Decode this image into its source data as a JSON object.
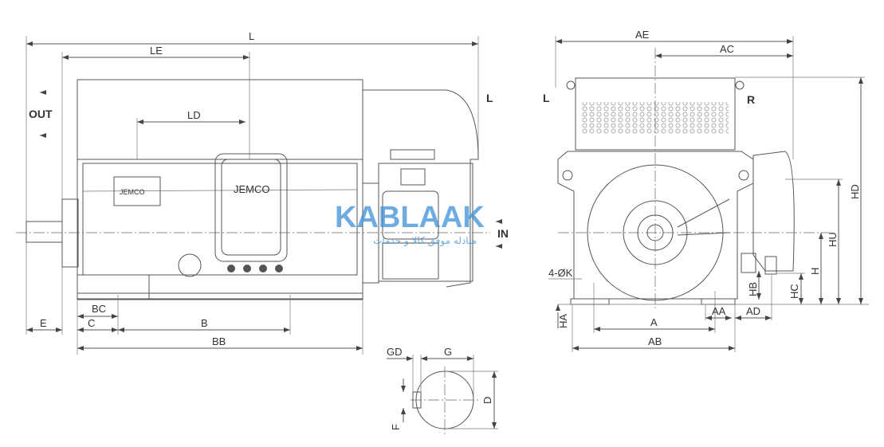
{
  "title": "Generator outline dimension drawing",
  "side_view": {
    "dims": {
      "L": "L",
      "LE": "LE",
      "LD": "LD",
      "BC": "BC",
      "C": "C",
      "B": "B",
      "E": "E",
      "BB": "BB"
    },
    "out_label": "OUT",
    "in_label": "IN",
    "nameplate_small": "JEMCO",
    "nameplate_large": "JEMCO"
  },
  "shaft_view": {
    "dims": {
      "GD": "GD",
      "G": "G",
      "D": "D",
      "F": "F"
    }
  },
  "end_view": {
    "dims": {
      "AE": "AE",
      "AC": "AC",
      "A": "A",
      "AB": "AB",
      "AA": "AA",
      "AD": "AD",
      "HD": "HD",
      "HU": "HU",
      "H": "H",
      "HC": "HC",
      "HB": "HB",
      "HA": "HA",
      "K": "4-ØK"
    },
    "left_label": "L",
    "right_label": "R"
  },
  "watermark": {
    "brand": "KABLAAK",
    "tagline": "مبادله موفق کالا و خدمات"
  }
}
